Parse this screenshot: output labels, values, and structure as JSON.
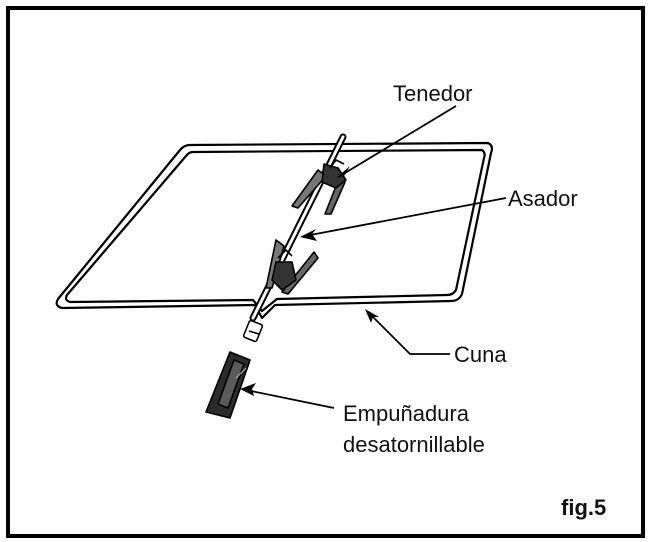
{
  "labels": {
    "fork": "Tenedor",
    "spit": "Asador",
    "cradle": "Cuna",
    "handle_line1": "Empuñadura",
    "handle_line2": "desatornillable"
  },
  "figure_label": "fig.5",
  "colors": {
    "stroke": "#000000",
    "background": "#ffffff",
    "handle": "#2b2b2b"
  }
}
